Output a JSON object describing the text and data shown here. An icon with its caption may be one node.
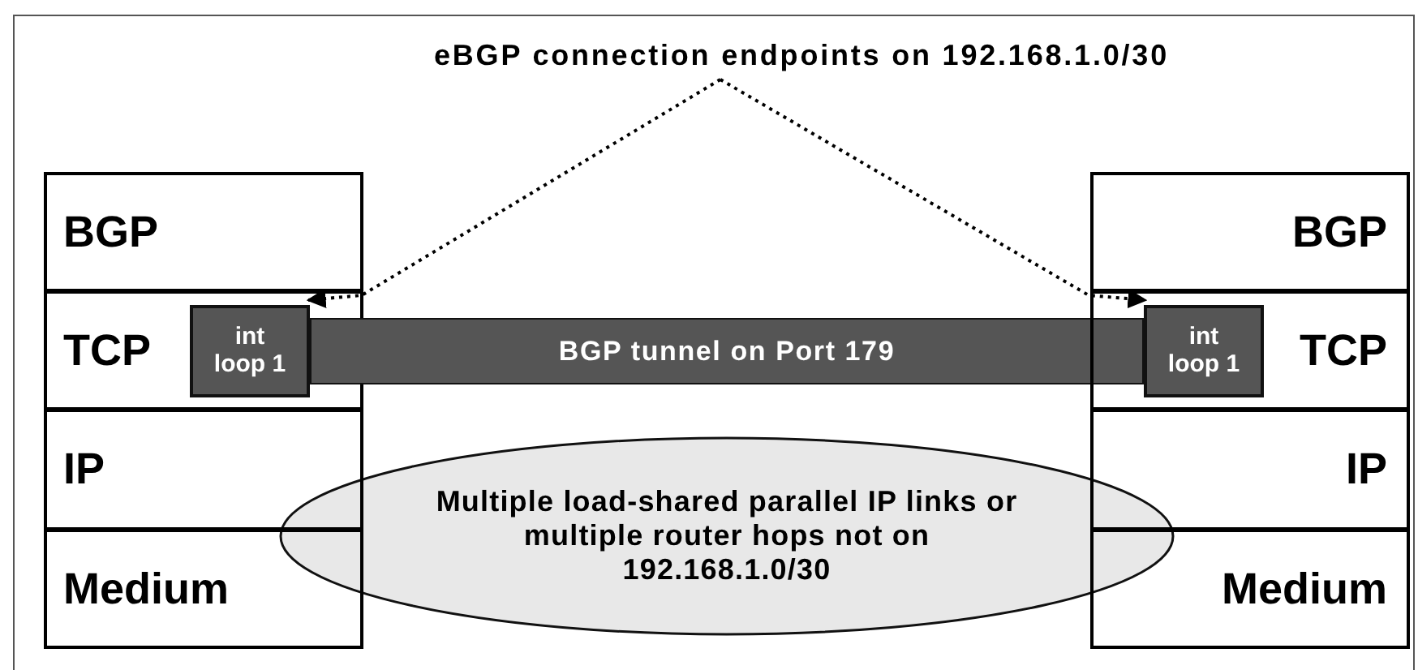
{
  "diagram": {
    "nodes": [
      {
        "text": [
          "eBGP connection endpoints on 192.168.1.0/30"
        ]
      },
      {
        "text": [
          "BGP"
        ]
      },
      {
        "text": [
          "TCP"
        ]
      },
      {
        "text": [
          "int loop 1"
        ],
        "in": 2
      },
      {
        "text": [
          "IP"
        ]
      },
      {
        "text": [
          "Medium"
        ]
      },
      {
        "text": [
          "BGP tunnel on Port 179"
        ]
      },
      {
        "text": [
          "Multiple load-shared parallel IP links or multiple router hops not on 192.168.1.0/30"
        ]
      },
      {
        "text": [
          "BGP"
        ]
      },
      {
        "text": [
          "TCP"
        ]
      },
      {
        "text": [
          "int loop 1"
        ],
        "in": 9
      },
      {
        "text": [
          "IP"
        ]
      },
      {
        "text": [
          "Medium"
        ]
      }
    ],
    "edges": [
      {
        "from": 0,
        "to": 3,
        "arrow": "to",
        "style": "dashed"
      },
      {
        "from": 0,
        "to": 10,
        "arrow": "to",
        "style": "dashed"
      }
    ]
  }
}
